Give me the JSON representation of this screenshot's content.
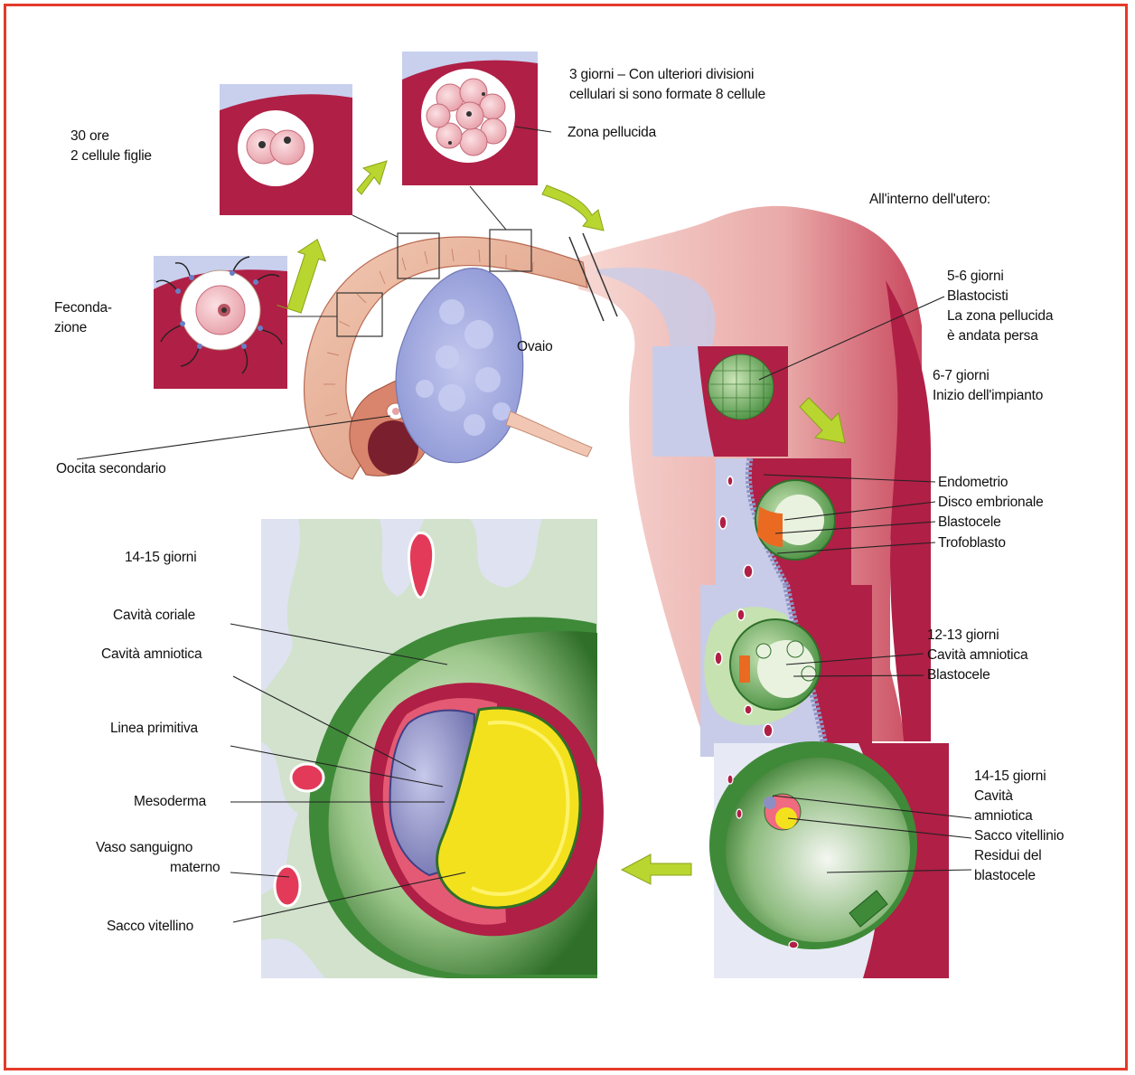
{
  "colors": {
    "frame": "#e53a2a",
    "tissue_red": "#b01f45",
    "tissue_pink": "#e8a6a2",
    "embryo_green": "#4e9a3e",
    "pale_green": "#c6e2b0",
    "yolk_yellow": "#f3e11e",
    "amnion_blue": "#8d8fc4",
    "ovary_blue": "#9aa3dc",
    "arrow_green": "#b8d62f",
    "background_lilac": "#dfe2f0"
  },
  "labels": {
    "hours30": [
      "30 ore",
      "2 cellule figlie"
    ],
    "days3": [
      "3 giorni – Con ulteriori divisioni",
      "cellulari si sono formate 8 cellule"
    ],
    "zona": "Zona pellucida",
    "fecondazione": [
      "Feconda-",
      "zione"
    ],
    "ovaio": "Ovaio",
    "oocita": "Oocita secondario",
    "utero": "All'interno dell'utero:",
    "days56": [
      "5-6 giorni",
      "Blastocisti",
      "La zona pellucida",
      "è andata persa"
    ],
    "days67": [
      "6-7 giorni",
      "Inizio dell'impianto"
    ],
    "endometrio": "Endometrio",
    "disco": "Disco embrionale",
    "blastocele1": "Blastocele",
    "trofoblasto": "Trofoblasto",
    "days1213": [
      "12-13 giorni",
      "Cavità amniotica",
      "Blastocele"
    ],
    "days1415_right": [
      "14-15 giorni",
      "Cavità",
      "amniotica",
      "Sacco vitellinio",
      "Residui del",
      "blastocele"
    ],
    "days1415_left": "14-15 giorni",
    "coriale": "Cavità coriale",
    "amniotica_left": "Cavità amniotica",
    "linea": "Linea primitiva",
    "mesoderma": "Mesoderma",
    "vaso": [
      "Vaso sanguigno",
      "materno"
    ],
    "sacco_left": "Sacco vitellino"
  }
}
